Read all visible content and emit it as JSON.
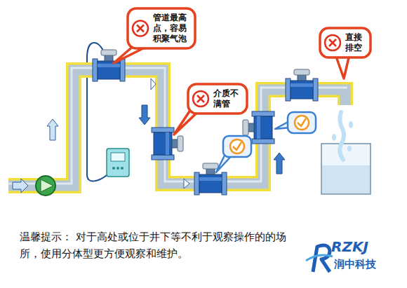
{
  "diagram": {
    "caption": "温馨提示： 对于高处或位于井下等不利于观察操作的的场所，使用分体型更方便观察和维护。",
    "nodes": [
      {
        "text": [
          "管道最高点，容易积聚气泡"
        ]
      },
      {
        "text": [
          "介质不满管"
        ]
      },
      {
        "text": [
          "直接排空"
        ]
      }
    ],
    "labels": [
      "RZKJ",
      "润中科技"
    ]
  }
}
